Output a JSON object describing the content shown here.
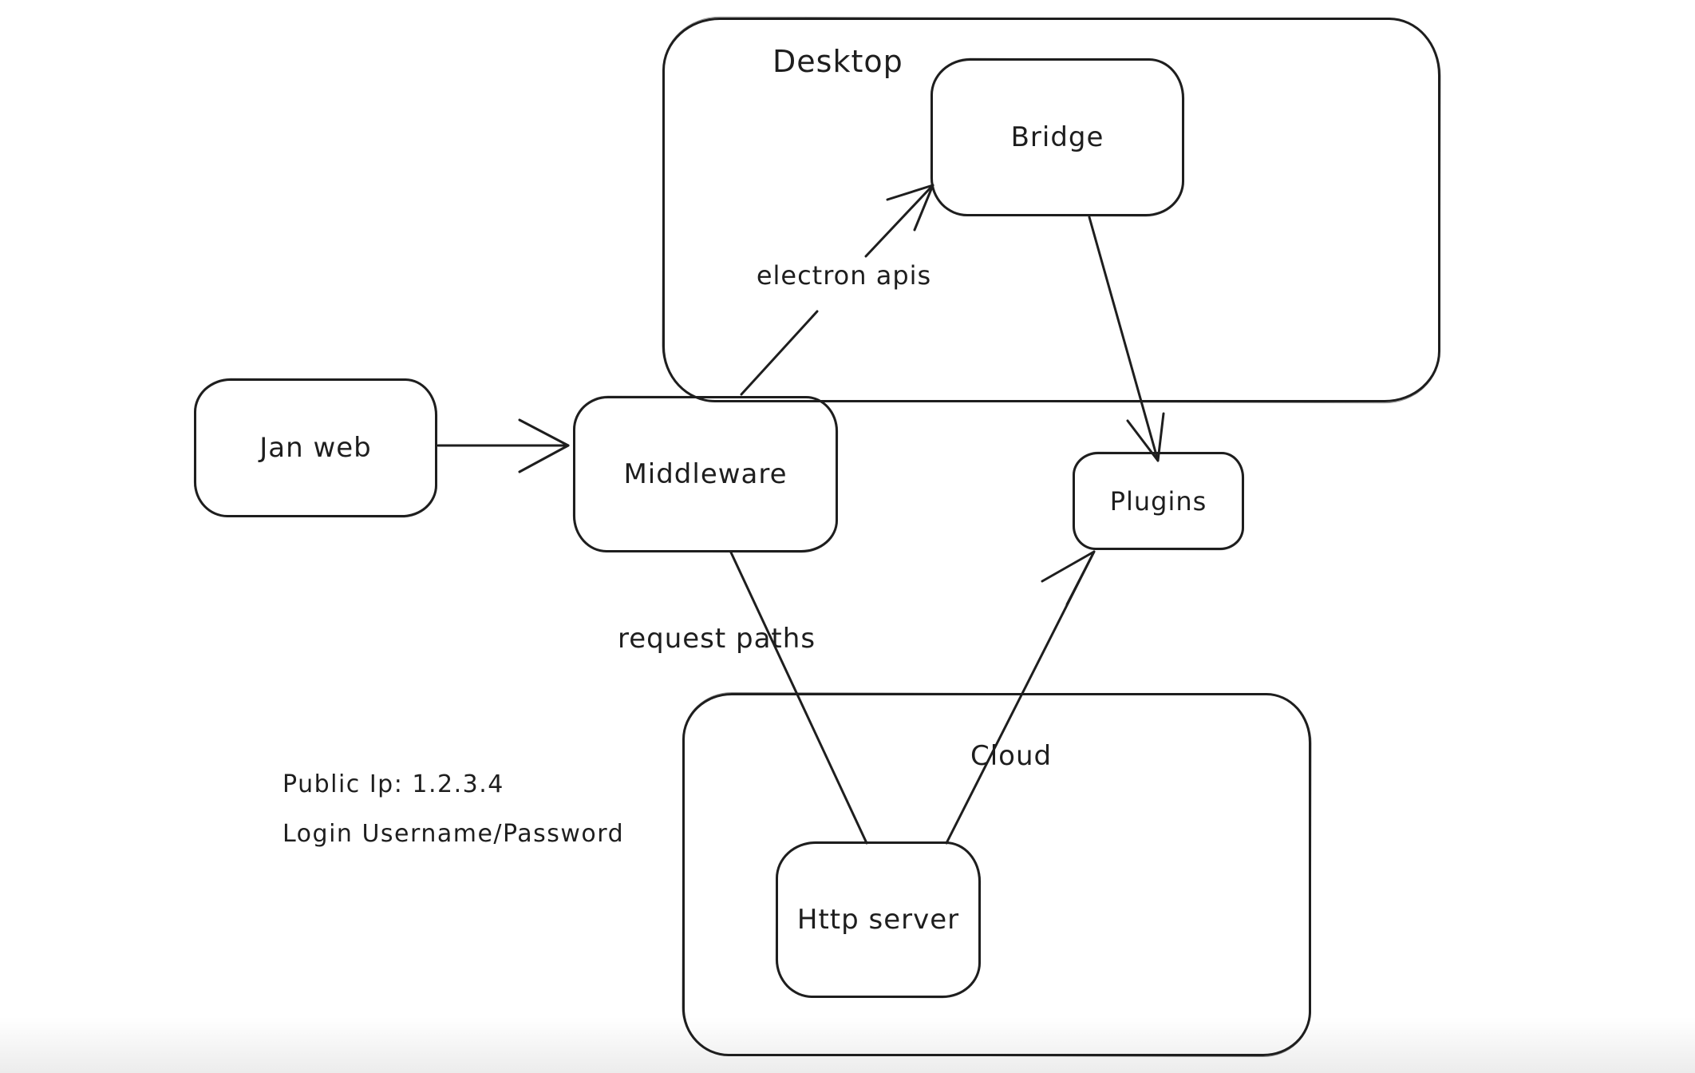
{
  "app": {
    "type": "hand-drawn architecture diagram"
  },
  "theme": {
    "background": "#ffffff",
    "stroke": "#1e1e1e",
    "bottom_fade": "#ececec"
  },
  "containers": {
    "desktop": {
      "label": "Desktop"
    },
    "cloud": {
      "label": "Cloud"
    }
  },
  "nodes": {
    "jan_web": {
      "label": "Jan web"
    },
    "middleware": {
      "label": "Middleware"
    },
    "bridge": {
      "label": "Bridge"
    },
    "plugins": {
      "label": "Plugins"
    },
    "http_server": {
      "label": "Http server"
    }
  },
  "edge_labels": {
    "electron_apis": {
      "label": "electron apis"
    },
    "request_paths": {
      "label": "request paths"
    }
  },
  "annotations": {
    "public_ip": "Public Ip: 1.2.3.4",
    "login": "Login Username/Password"
  },
  "edges": [
    {
      "from": "jan_web",
      "to": "middleware",
      "label": ""
    },
    {
      "from": "middleware",
      "to": "bridge",
      "label": "electron apis"
    },
    {
      "from": "bridge",
      "to": "plugins",
      "label": ""
    },
    {
      "from": "middleware",
      "to": "http_server",
      "label": "request paths"
    },
    {
      "from": "http_server",
      "to": "plugins",
      "label": ""
    }
  ]
}
